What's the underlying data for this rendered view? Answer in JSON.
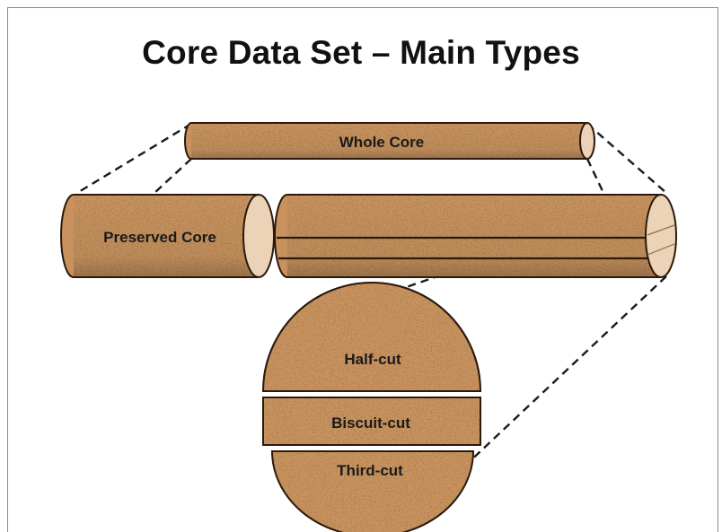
{
  "title": "Core Data Set – Main Types",
  "labels": {
    "whole_core": "Whole Core",
    "preserved_core": "Preserved Core",
    "half_cut": "Half-cut",
    "biscuit_cut": "Biscuit-cut",
    "third_cut": "Third-cut"
  },
  "colors": {
    "core_fill": "#c8915e",
    "core_end": "#ecd3b7",
    "outline": "#2a1a0c",
    "dashes": "#1a1a1a"
  }
}
